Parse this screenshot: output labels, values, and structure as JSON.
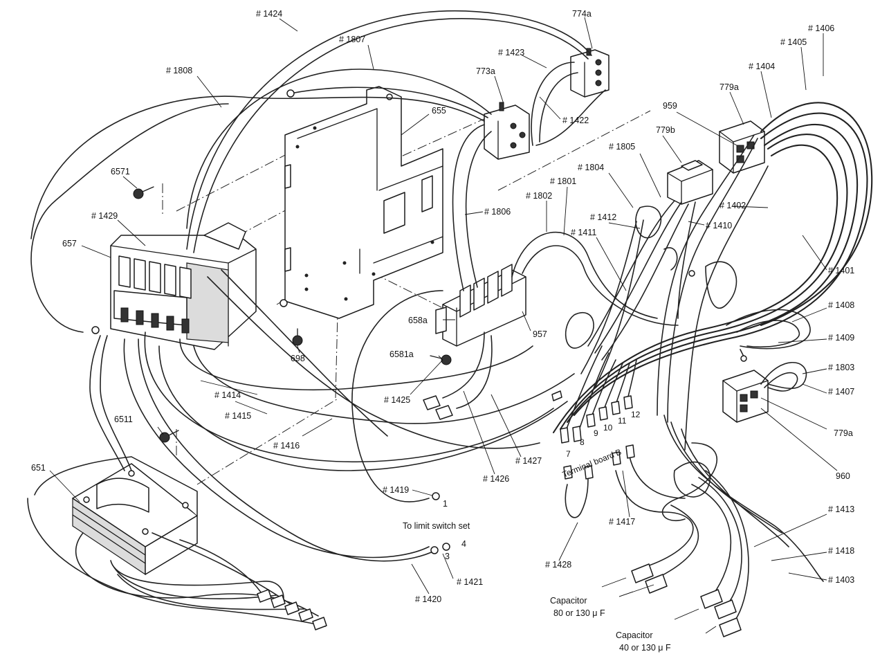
{
  "callouts": {
    "c1424": "# 1424",
    "c774a": "774a",
    "c1807": "# 1807",
    "c1423": "# 1423",
    "c773a": "773a",
    "c1406": "# 1406",
    "c1405": "# 1405",
    "c1808": "# 1808",
    "c655": "655",
    "c1422": "# 1422",
    "c1404": "# 1404",
    "c779a_top": "779a",
    "c959": "959",
    "c779b": "779b",
    "c1805": "# 1805",
    "c1804": "# 1804",
    "c1801": "# 1801",
    "c6571": "6571",
    "c1802": "# 1802",
    "c1402": "# 1402",
    "c1429": "# 1429",
    "c1806": "# 1806",
    "c1412": "# 1412",
    "c1410": "# 1410",
    "c657": "657",
    "c1411": "# 1411",
    "c1401": "# 1401",
    "c1408": "# 1408",
    "c658a": "658a",
    "c957": "957",
    "c1409": "# 1409",
    "c698": "698",
    "c6581a": "6581a",
    "c1803": "# 1803",
    "c1414": "# 1414",
    "c1425": "# 1425",
    "c1407": "# 1407",
    "c1415": "# 1415",
    "c779a_bottom": "779a",
    "c6511": "6511",
    "c1416": "# 1416",
    "c1427": "# 1427",
    "c651": "651",
    "c960": "960",
    "c1426": "# 1426",
    "c1419": "# 1419",
    "c1413": "# 1413",
    "c1417": "# 1417",
    "c1418": "# 1418",
    "c1428": "# 1428",
    "c1421": "# 1421",
    "c1403": "# 1403",
    "c1420": "# 1420"
  },
  "terminal_numbers": {
    "t7": "7",
    "t8": "8",
    "t9": "9",
    "t10": "10",
    "t11": "11",
    "t12": "12"
  },
  "terminal_board_label": "Terminal board B",
  "limit_switch": {
    "label": "To limit switch set",
    "pin1": "1",
    "pin3": "3",
    "pin4": "4"
  },
  "capacitors": {
    "cap1_title": "Capacitor",
    "cap1_value": "80 or 130 μ F",
    "cap2_title": "Capacitor",
    "cap2_value": "40 or 130 μ F"
  }
}
